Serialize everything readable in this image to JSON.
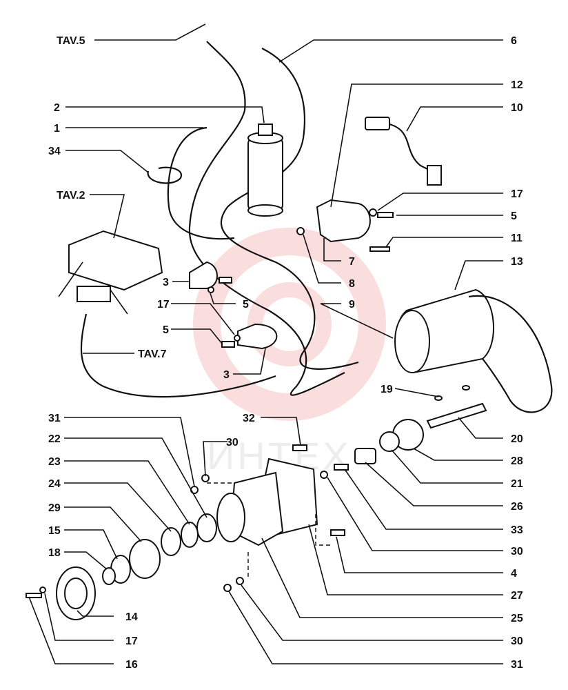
{
  "watermark": {
    "text": "ИНТЕХ"
  },
  "callouts": [
    {
      "id": "tav5",
      "text": "TAV.5"
    },
    {
      "id": "n6",
      "text": "6"
    },
    {
      "id": "n12",
      "text": "12"
    },
    {
      "id": "n2",
      "text": "2"
    },
    {
      "id": "n10",
      "text": "10"
    },
    {
      "id": "n1",
      "text": "1"
    },
    {
      "id": "n34",
      "text": "34"
    },
    {
      "id": "n17a",
      "text": "17"
    },
    {
      "id": "tav2",
      "text": "TAV.2"
    },
    {
      "id": "n5a",
      "text": "5"
    },
    {
      "id": "n11",
      "text": "11"
    },
    {
      "id": "n7",
      "text": "7"
    },
    {
      "id": "n13",
      "text": "13"
    },
    {
      "id": "n3a",
      "text": "3"
    },
    {
      "id": "n8",
      "text": "8"
    },
    {
      "id": "n17b",
      "text": "17"
    },
    {
      "id": "n5b",
      "text": "5"
    },
    {
      "id": "n9",
      "text": "9"
    },
    {
      "id": "n5c",
      "text": "5"
    },
    {
      "id": "tav7",
      "text": "TAV.7"
    },
    {
      "id": "n3b",
      "text": "3"
    },
    {
      "id": "n19",
      "text": "19"
    },
    {
      "id": "n31a",
      "text": "31"
    },
    {
      "id": "n32",
      "text": "32"
    },
    {
      "id": "n30a",
      "text": "30"
    },
    {
      "id": "n20",
      "text": "20"
    },
    {
      "id": "n22",
      "text": "22"
    },
    {
      "id": "n28",
      "text": "28"
    },
    {
      "id": "n23",
      "text": "23"
    },
    {
      "id": "n21",
      "text": "21"
    },
    {
      "id": "n24",
      "text": "24"
    },
    {
      "id": "n26",
      "text": "26"
    },
    {
      "id": "n29",
      "text": "29"
    },
    {
      "id": "n33",
      "text": "33"
    },
    {
      "id": "n15",
      "text": "15"
    },
    {
      "id": "n30b",
      "text": "30"
    },
    {
      "id": "n18",
      "text": "18"
    },
    {
      "id": "n4",
      "text": "4"
    },
    {
      "id": "n27",
      "text": "27"
    },
    {
      "id": "n14",
      "text": "14"
    },
    {
      "id": "n25",
      "text": "25"
    },
    {
      "id": "n17c",
      "text": "17"
    },
    {
      "id": "n30c",
      "text": "30"
    },
    {
      "id": "n16",
      "text": "16"
    },
    {
      "id": "n31b",
      "text": "31"
    }
  ]
}
